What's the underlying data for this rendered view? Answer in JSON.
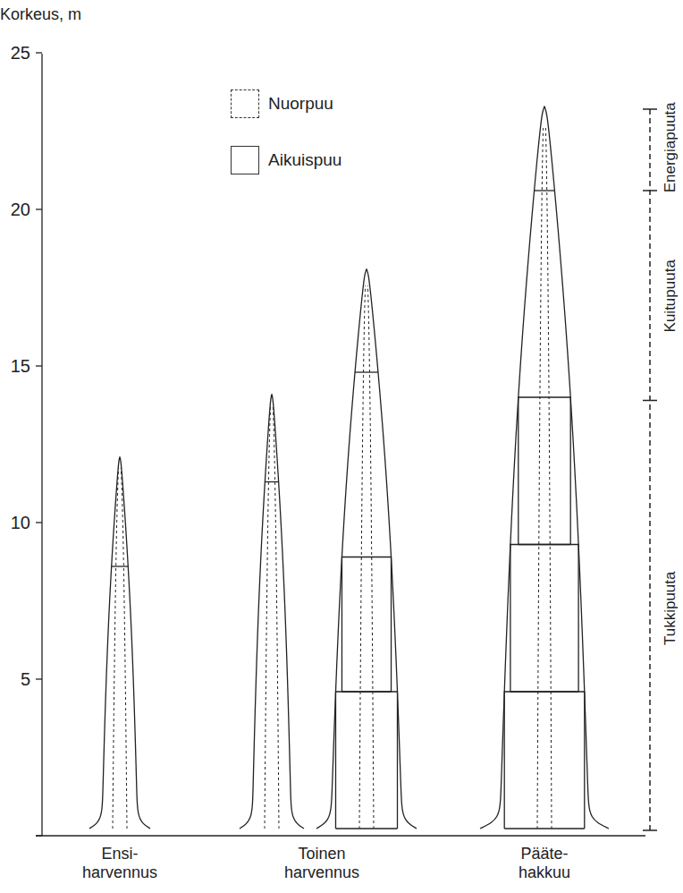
{
  "diagram": {
    "labels": [
      "Korkeus, m",
      "25",
      "20",
      "15",
      "10",
      "5",
      "Ensi- harvennus",
      "Toinen harvennus",
      "Pääte- hakkuu",
      "Energiapuuta",
      "Kuitupuuta",
      "Tukkipuuta"
    ],
    "legend": [
      {
        "text": "Nuorpuu"
      },
      {
        "text": "Aikuispuu"
      }
    ]
  }
}
